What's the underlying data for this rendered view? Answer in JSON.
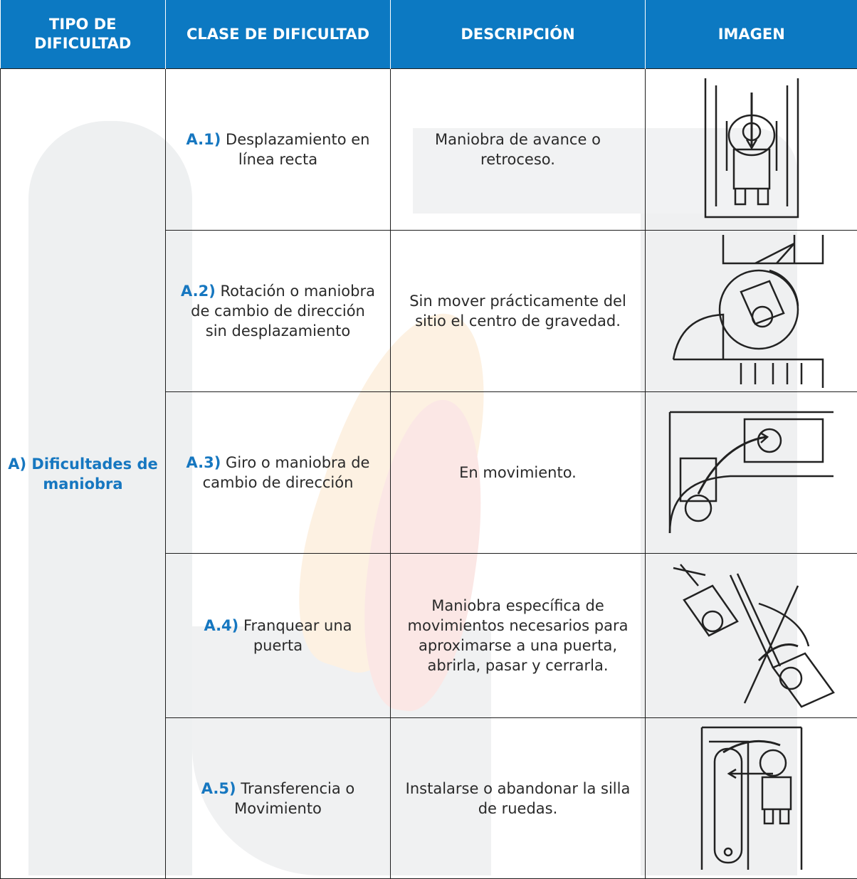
{
  "header": {
    "col1": "TIPO DE DIFICULTAD",
    "col2": "CLASE DE DIFICULTAD",
    "col3": "DESCRIPCIÓN",
    "col4": "IMAGEN"
  },
  "type": "A) Dificultades de maniobra",
  "rows": [
    {
      "code": "A.1)",
      "clase": " Desplazamiento en línea recta",
      "desc": "Maniobra de avance o retroceso."
    },
    {
      "code": "A.2)",
      "clase": " Rotación o maniobra de cambio de dirección sin desplazamiento",
      "desc": "Sin mover prácticamente del sitio el centro de gravedad."
    },
    {
      "code": "A.3)",
      "clase": " Giro o maniobra de cambio de dirección",
      "desc": "En movimiento."
    },
    {
      "code": "A.4)",
      "clase": " Franquear una puerta",
      "desc": "Maniobra específica de movimientos necesarios para aproximarse a una puerta, abrirla, pasar y cerrarla."
    },
    {
      "code": "A.5)",
      "clase": " Transferencia o Movimiento",
      "desc": "Instalarse o abandonar la silla de ruedas."
    }
  ]
}
